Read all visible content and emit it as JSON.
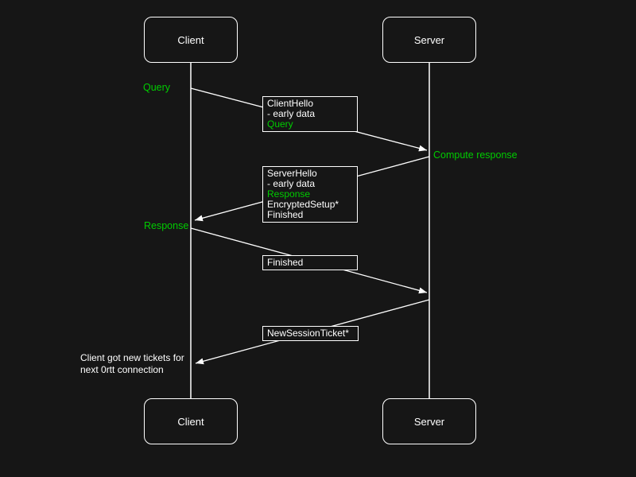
{
  "diagram": {
    "type": "sequence",
    "subject": "TLS 1.3 0-RTT handshake",
    "colors": {
      "background": "#161616",
      "line": "#ffffff",
      "text": "#ffffff",
      "highlight_green": "#00cc00"
    },
    "actors": {
      "client_top": "Client",
      "server_top": "Server",
      "client_bottom": "Client",
      "server_bottom": "Server"
    },
    "annotations": {
      "query": "Query",
      "compute_response": "Compute response",
      "response": "Response",
      "note_line1": "Client got new tickets for",
      "note_line2": "next 0rtt connection"
    },
    "messages": {
      "client_hello": {
        "direction": "client-to-server",
        "lines": [
          "ClientHello",
          "- early data",
          "Query"
        ]
      },
      "server_hello": {
        "direction": "server-to-client",
        "lines": [
          "ServerHello",
          "- early data",
          "Response",
          "EncryptedSetup*",
          "Finished"
        ]
      },
      "finished": {
        "direction": "client-to-server",
        "lines": [
          "Finished"
        ]
      },
      "new_session_ticket": {
        "direction": "server-to-client",
        "lines": [
          "NewSessionTicket*"
        ]
      }
    }
  }
}
